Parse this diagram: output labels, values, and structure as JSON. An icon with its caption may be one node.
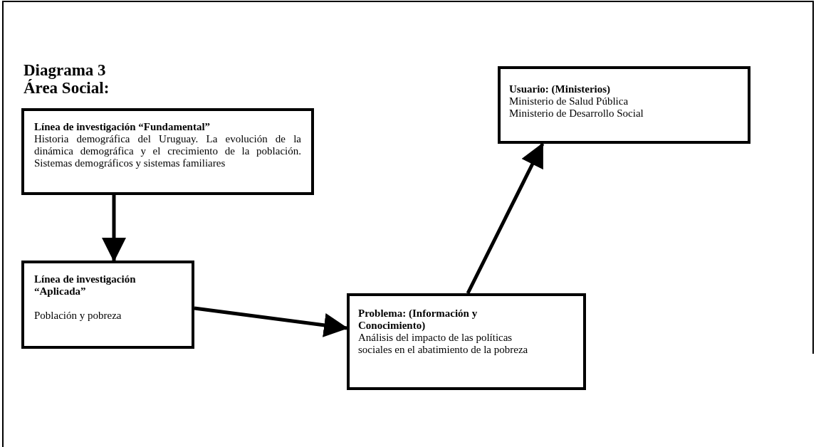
{
  "diagram": {
    "title": "Diagrama 3 Área Social:",
    "nodes": [
      {
        "text": [
          "Línea de investigación “Fundamental”",
          "Historia demográfica del Uruguay. La evolución de la dinámica demográfica y el crecimiento de la población. Sistemas demográficos y sistemas familiares"
        ]
      },
      {
        "text": [
          "Línea de investigación “Aplicada”",
          "Población y pobreza"
        ]
      },
      {
        "text": [
          "Problema: (Información y Conocimiento)",
          "Análisis del impacto de las políticas sociales en el abatimiento de la pobreza"
        ]
      },
      {
        "text": [
          "Usuario: (Ministerios)",
          "Ministerio de Salud Pública",
          "Ministerio de Desarrollo Social"
        ]
      }
    ],
    "edges": [
      {
        "from": 0,
        "to": 1,
        "arrow": "to"
      },
      {
        "from": 1,
        "to": 2,
        "arrow": "to"
      },
      {
        "from": 2,
        "to": 3,
        "arrow": "to"
      }
    ]
  }
}
